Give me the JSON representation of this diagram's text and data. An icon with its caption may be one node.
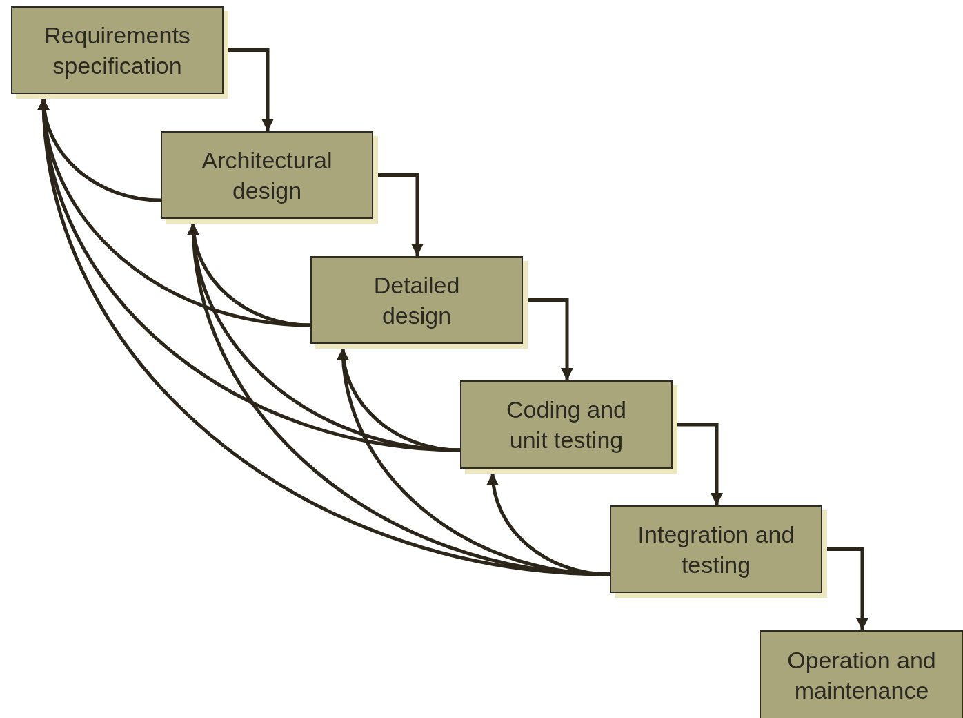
{
  "diagram": {
    "nodes": [
      {
        "text": [
          "Requirements specification"
        ]
      },
      {
        "text": [
          "Architectural design"
        ]
      },
      {
        "text": [
          "Detailed design"
        ]
      },
      {
        "text": [
          "Coding and unit testing"
        ]
      },
      {
        "text": [
          "Integration and testing"
        ]
      },
      {
        "text": [
          "Operation and maintenance"
        ]
      }
    ],
    "edges": [
      {
        "from": 0,
        "to": 1,
        "arrow": "to"
      },
      {
        "from": 1,
        "to": 2,
        "arrow": "to"
      },
      {
        "from": 2,
        "to": 3,
        "arrow": "to"
      },
      {
        "from": 3,
        "to": 4,
        "arrow": "to"
      },
      {
        "from": 4,
        "to": 5,
        "arrow": "to"
      },
      {
        "from": 1,
        "to": 0,
        "arrow": "to"
      },
      {
        "from": 2,
        "to": 0,
        "arrow": "to"
      },
      {
        "from": 2,
        "to": 1,
        "arrow": "to"
      },
      {
        "from": 3,
        "to": 0,
        "arrow": "to"
      },
      {
        "from": 3,
        "to": 1,
        "arrow": "to"
      },
      {
        "from": 3,
        "to": 2,
        "arrow": "to"
      },
      {
        "from": 4,
        "to": 0,
        "arrow": "to"
      },
      {
        "from": 4,
        "to": 1,
        "arrow": "to"
      },
      {
        "from": 4,
        "to": 2,
        "arrow": "to"
      },
      {
        "from": 4,
        "to": 3,
        "arrow": "to"
      }
    ]
  }
}
